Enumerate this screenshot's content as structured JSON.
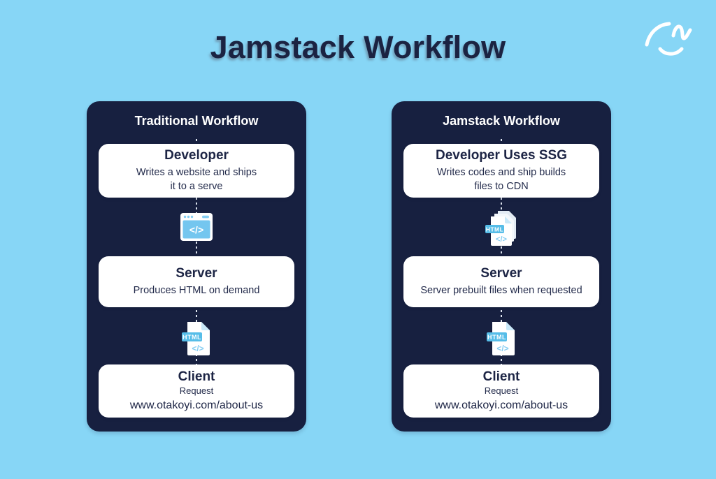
{
  "title": "Jamstack Workflow",
  "brand": {
    "logo_name": "otakoyi-mark"
  },
  "icons": {
    "badge_label": "HTML",
    "code_glyph": "</>"
  },
  "colors": {
    "background": "#87d6f6",
    "panel": "#172040",
    "card": "#ffffff",
    "heading_text": "#1b2342",
    "icon_blue": "#74c6ef",
    "badge_blue": "#56bde8",
    "connector": "#dde3ee"
  },
  "panels": [
    {
      "header": "Traditional Workflow",
      "cards": [
        {
          "title": "Developer",
          "desc_line1": "Writes a website and ships",
          "desc_line2": "it to a serve"
        },
        {
          "title": "Server",
          "desc_line1": "Produces HTML on demand"
        },
        {
          "title": "Client",
          "subtitle": "Request",
          "url": "www.otakoyi.com/about-us"
        }
      ],
      "connector_icons": [
        "browser-code-icon",
        "html-file-icon"
      ]
    },
    {
      "header": "Jamstack Workflow",
      "cards": [
        {
          "title": "Developer Uses SSG",
          "desc_line1": "Writes codes and ship builds",
          "desc_line2": "files to CDN"
        },
        {
          "title": "Server",
          "desc_line1": "Server prebuilt files when requested"
        },
        {
          "title": "Client",
          "subtitle": "Request",
          "url": "www.otakoyi.com/about-us"
        }
      ],
      "connector_icons": [
        "html-files-stack-icon",
        "html-file-icon"
      ]
    }
  ]
}
